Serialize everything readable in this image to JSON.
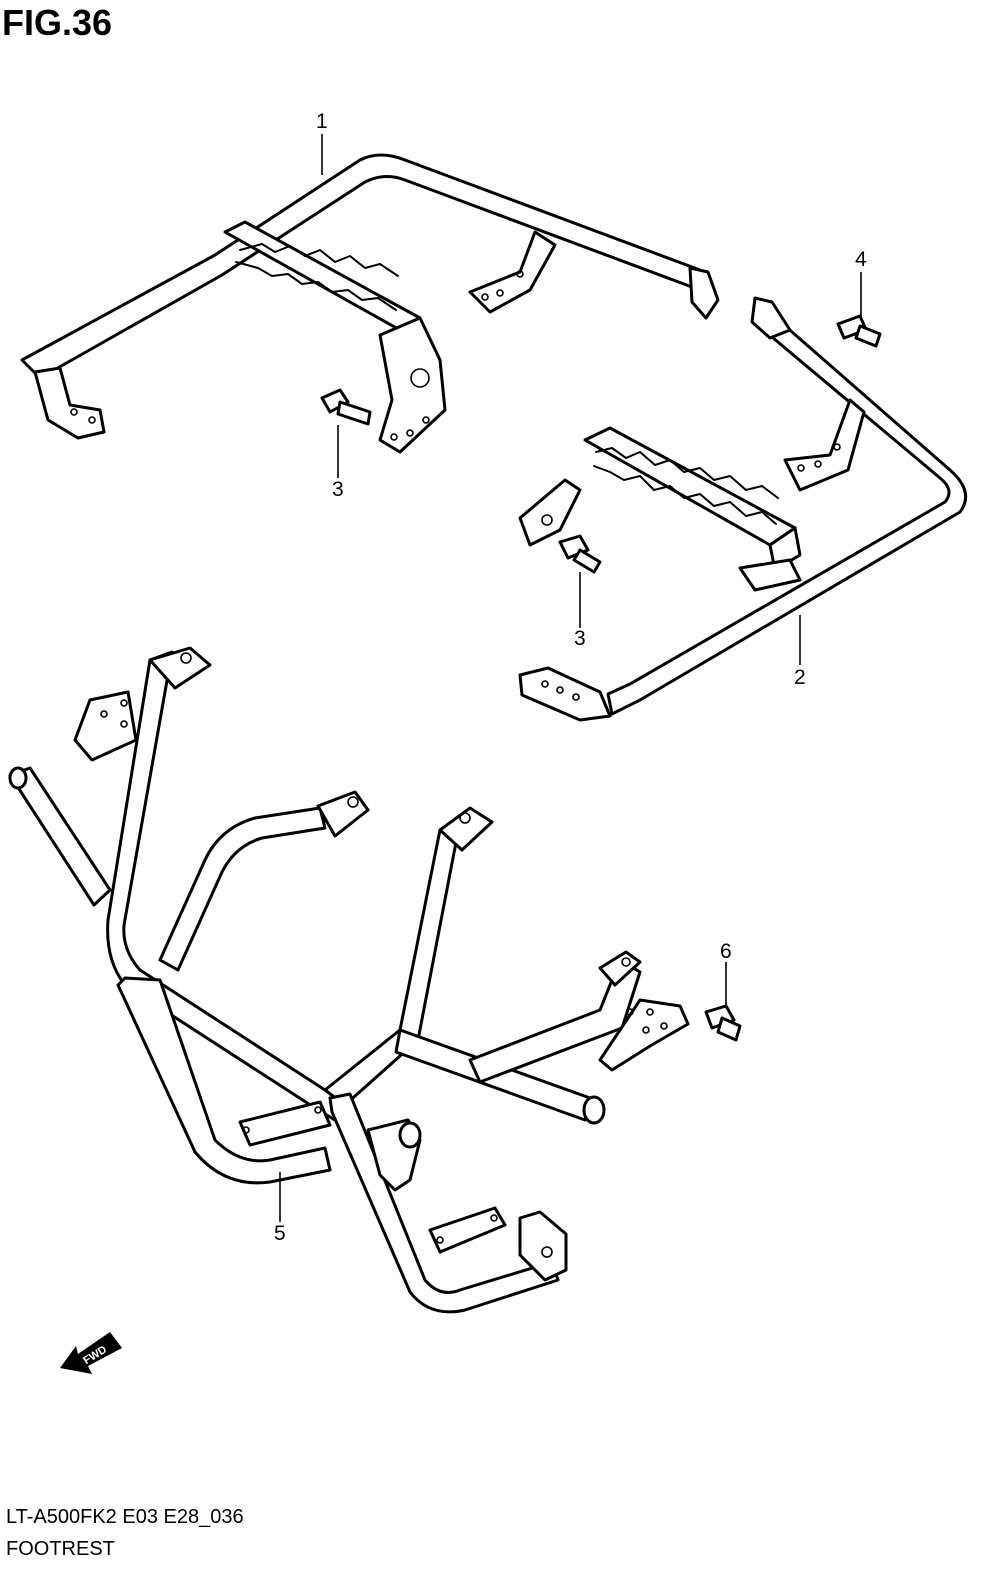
{
  "figure": {
    "title": "FIG.36"
  },
  "diagram_code": "LT-A500FK2 E03 E28_036",
  "diagram_name": "FOOTREST",
  "fwd_label": "FWD",
  "callouts": [
    {
      "id": "1",
      "label": "1"
    },
    {
      "id": "2",
      "label": "2"
    },
    {
      "id": "3a",
      "label": "3"
    },
    {
      "id": "3b",
      "label": "3"
    },
    {
      "id": "4",
      "label": "4"
    },
    {
      "id": "5",
      "label": "5"
    },
    {
      "id": "6",
      "label": "6"
    }
  ]
}
